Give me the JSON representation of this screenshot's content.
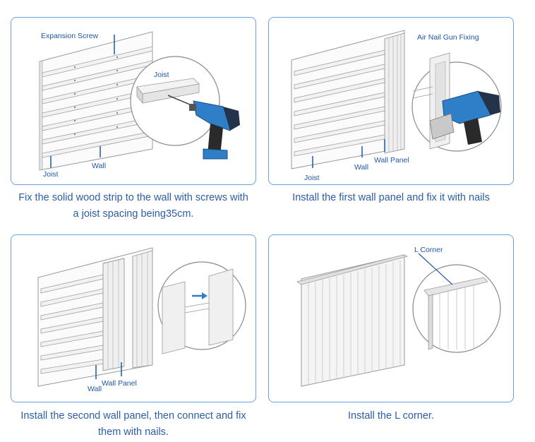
{
  "steps": [
    {
      "labels": {
        "expansion_screw": "Expansion Screw",
        "joist_zoom": "Joist",
        "joist": "Joist",
        "wall": "Wall"
      },
      "caption_line1": "Fix the solid wood strip to the wall with screws with",
      "caption_line2": "a joist spacing being35cm."
    },
    {
      "labels": {
        "air_nail_gun": "Air Nail Gun Fixing",
        "joist": "Joist",
        "wall": "Wall",
        "wall_panel": "Wall Panel"
      },
      "caption_line1": "Install the first wall panel and fix it with nails",
      "caption_line2": ""
    },
    {
      "labels": {
        "wall": "Wall",
        "wall_panel": "Wall Panel"
      },
      "caption_line1": "Install the second wall panel, then connect and fix",
      "caption_line2": "them with nails."
    },
    {
      "labels": {
        "l_corner": "L Corner"
      },
      "caption_line1": "Install the L corner.",
      "caption_line2": ""
    }
  ],
  "colors": {
    "border": "#6aa0e0",
    "label": "#1f56a8",
    "caption": "#2a5ea8",
    "tool_blue": "#2f7fc8"
  }
}
